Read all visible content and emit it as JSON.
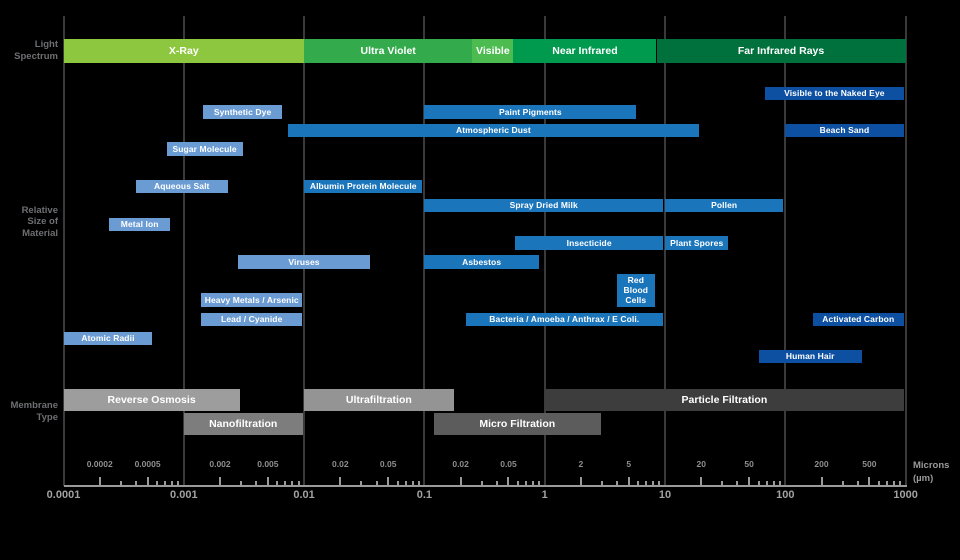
{
  "chart_data": {
    "type": "bar",
    "subtype": "log-range-spectrum",
    "title": "",
    "xlabel": "Microns (µm)",
    "xscale": "log",
    "xlim": [
      0.0001,
      1000
    ],
    "axis": {
      "unit_label": "Microns\n(µm)",
      "major_ticks": [
        {
          "value": 0.0001,
          "label": "0.0001"
        },
        {
          "value": 0.001,
          "label": "0.001"
        },
        {
          "value": 0.01,
          "label": "0.01"
        },
        {
          "value": 0.1,
          "label": "0.1"
        },
        {
          "value": 1,
          "label": "1"
        },
        {
          "value": 10,
          "label": "10"
        },
        {
          "value": 100,
          "label": "100"
        },
        {
          "value": 1000,
          "label": "1000"
        }
      ],
      "minor_tick_multiples": [
        2,
        3,
        4,
        5,
        6,
        7,
        8,
        9
      ],
      "minor_decade_labels": [
        [
          "0.0002",
          "0.0005"
        ],
        [
          "0.002",
          "0.005"
        ],
        [
          "0.02",
          "0.05"
        ],
        [
          "0.02",
          "0.05"
        ],
        [
          "2",
          "5"
        ],
        [
          "20",
          "50"
        ],
        [
          "200",
          "500"
        ]
      ]
    },
    "light_spectrum": [
      {
        "label": "X-Ray",
        "from_um": 0.0001,
        "to_um": 0.01,
        "color_key": "band_xray"
      },
      {
        "label": "Ultra Violet",
        "from_um": 0.01,
        "to_um": 0.25,
        "color_key": "band_uv"
      },
      {
        "label": "Visible",
        "from_um": 0.25,
        "to_um": 0.55,
        "color_key": "band_visible"
      },
      {
        "label": "Near Infrared",
        "from_um": 0.55,
        "to_um": 8.5,
        "color_key": "band_nir"
      },
      {
        "label": "Far Infrared Rays",
        "from_um": 8.5,
        "to_um": 1000,
        "color_key": "band_fir"
      }
    ],
    "materials": [
      {
        "label": "Visible to the Naked Eye",
        "from_um": 68,
        "to_um": 1000,
        "shade": "dark",
        "lane": 0
      },
      {
        "label": "Synthetic Dye",
        "from_um": 0.00145,
        "to_um": 0.0068,
        "shade": "light",
        "lane": 1
      },
      {
        "label": "Paint Pigments",
        "from_um": 0.1,
        "to_um": 6,
        "shade": "medium",
        "lane": 1
      },
      {
        "label": "Atmospheric Dust",
        "from_um": 0.0073,
        "to_um": 20,
        "shade": "medium",
        "lane": 2
      },
      {
        "label": "Beach Sand",
        "from_um": 100,
        "to_um": 1000,
        "shade": "dark",
        "lane": 2
      },
      {
        "label": "Sugar Molecule",
        "from_um": 0.00072,
        "to_um": 0.0032,
        "shade": "light",
        "lane": 3
      },
      {
        "label": "Aqueous Salt",
        "from_um": 0.0004,
        "to_um": 0.0024,
        "shade": "light",
        "lane": 4
      },
      {
        "label": "Albumin Protein Molecule",
        "from_um": 0.01,
        "to_um": 0.1,
        "shade": "medium",
        "lane": 4
      },
      {
        "label": "Spray Dried Milk",
        "from_um": 0.1,
        "to_um": 10,
        "shade": "medium",
        "lane": 5
      },
      {
        "label": "Pollen",
        "from_um": 10,
        "to_um": 100,
        "shade": "medium",
        "lane": 5
      },
      {
        "label": "Metal Ion",
        "from_um": 0.00024,
        "to_um": 0.0008,
        "shade": "light",
        "lane": 6
      },
      {
        "label": "Insecticide",
        "from_um": 0.57,
        "to_um": 10,
        "shade": "medium",
        "lane": 7
      },
      {
        "label": "Plant Spores",
        "from_um": 10,
        "to_um": 35,
        "shade": "medium",
        "lane": 7
      },
      {
        "label": "Viruses",
        "from_um": 0.0028,
        "to_um": 0.037,
        "shade": "light",
        "lane": 8
      },
      {
        "label": "Asbestos",
        "from_um": 0.1,
        "to_um": 0.93,
        "shade": "medium",
        "lane": 8
      },
      {
        "label": "Red Blood Cells",
        "from_um": 4,
        "to_um": 8.5,
        "shade": "medium",
        "lane": 9,
        "tall": true
      },
      {
        "label": "Heavy Metals / Arsenic",
        "from_um": 0.0014,
        "to_um": 0.01,
        "shade": "light",
        "lane": 10
      },
      {
        "label": "Lead / Cyanide",
        "from_um": 0.0014,
        "to_um": 0.01,
        "shade": "light",
        "lane": 11
      },
      {
        "label": "Bacteria / Amoeba / Anthrax / E Coli.",
        "from_um": 0.22,
        "to_um": 10,
        "shade": "medium",
        "lane": 11
      },
      {
        "label": "Activated Carbon",
        "from_um": 170,
        "to_um": 1000,
        "shade": "dark",
        "lane": 11
      },
      {
        "label": "Atomic Radii",
        "from_um": 0.0001,
        "to_um": 0.00057,
        "shade": "light",
        "lane": 12
      },
      {
        "label": "Human Hair",
        "from_um": 60,
        "to_um": 450,
        "shade": "dark",
        "lane": 13
      }
    ],
    "membranes": [
      {
        "label": "Reverse Osmosis",
        "from_um": 0.0001,
        "to_um": 0.003,
        "row": 0,
        "color_key": "membrane_ro"
      },
      {
        "label": "Nanofiltration",
        "from_um": 0.001,
        "to_um": 0.01,
        "row": 1,
        "color_key": "membrane_nano"
      },
      {
        "label": "Ultrafiltration",
        "from_um": 0.01,
        "to_um": 0.18,
        "row": 0,
        "color_key": "membrane_uf"
      },
      {
        "label": "Micro Filtration",
        "from_um": 0.12,
        "to_um": 3,
        "row": 1,
        "color_key": "membrane_mf"
      },
      {
        "label": "Particle Filtration",
        "from_um": 1,
        "to_um": 1000,
        "row": 0,
        "color_key": "membrane_pf"
      }
    ]
  },
  "labels": {
    "light_spectrum": "Light\nSpectrum",
    "relative_size": "Relative\nSize of\nMaterial",
    "membrane_type": "Membrane\nType"
  },
  "colors": {
    "background": "#000000",
    "gridline": "#3a3a3a",
    "axis": "#9a9a9a",
    "bar_light_blue": "#6a9bd3",
    "bar_medium_blue": "#1b75bb",
    "bar_dark_blue": "#0d50a2",
    "band_xray": "#8dc63f",
    "band_uv": "#33ab4d",
    "band_visible": "#4cbb50",
    "band_nir": "#009a4e",
    "band_fir": "#00713c",
    "membrane_ro": "#9d9d9d",
    "membrane_nano": "#7d7d7d",
    "membrane_uf": "#949494",
    "membrane_mf": "#5c5c5c",
    "membrane_pf": "#3d3d3d",
    "text_gray": "#6d6f72"
  }
}
